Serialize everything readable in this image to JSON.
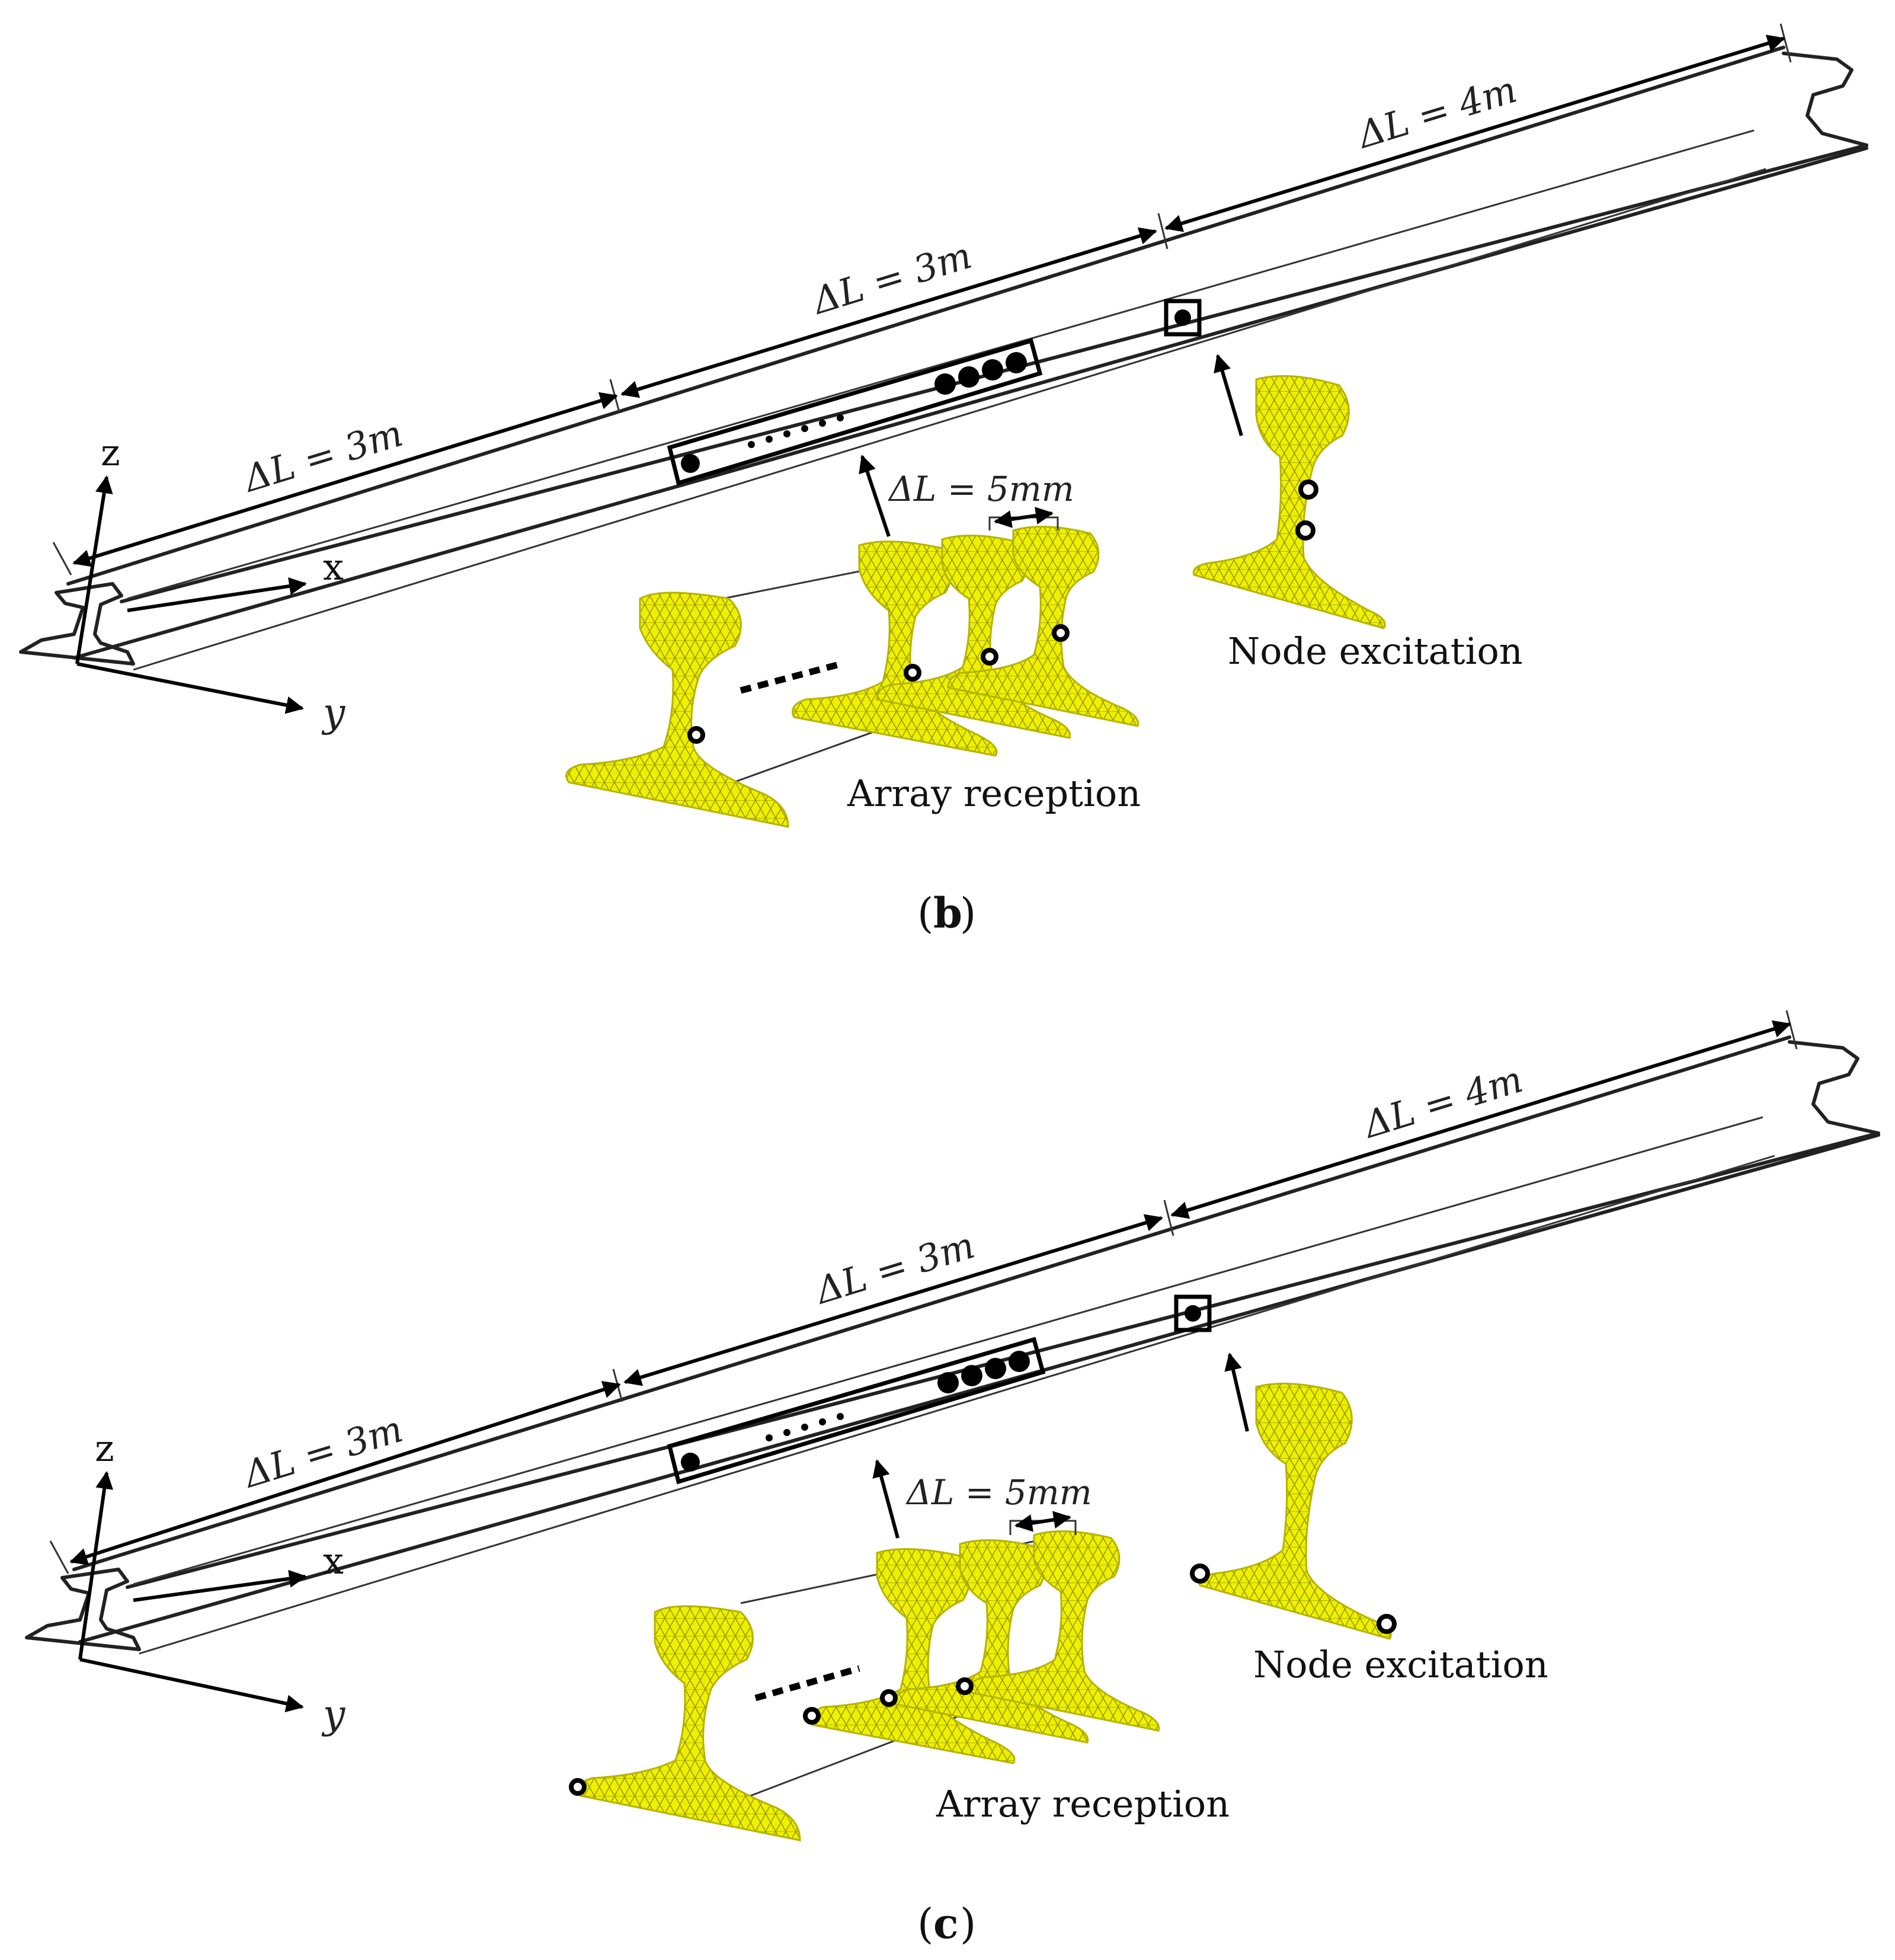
{
  "panels": [
    {
      "id": "b",
      "caption_letter": "b",
      "segments": [
        "ΔL = 3m",
        "ΔL = 3m",
        "ΔL = 4m"
      ],
      "spacing_label": "ΔL  = 5mm",
      "axes": {
        "x": "x",
        "y": "y",
        "z": "z"
      },
      "excitation_label": "Node excitation",
      "reception_label": "Array reception",
      "excitation_location": "web"
    },
    {
      "id": "c",
      "caption_letter": "c",
      "segments": [
        "ΔL = 3m",
        "ΔL = 3m",
        "ΔL = 4m"
      ],
      "spacing_label": "ΔL  = 5mm",
      "axes": {
        "x": "x",
        "y": "y",
        "z": "z"
      },
      "excitation_label": "Node excitation",
      "reception_label": "Array reception",
      "excitation_location": "foot"
    }
  ],
  "colors": {
    "mesh_fill": "#eef000",
    "mesh_line": "#9c9a00",
    "ink": "#000000"
  }
}
